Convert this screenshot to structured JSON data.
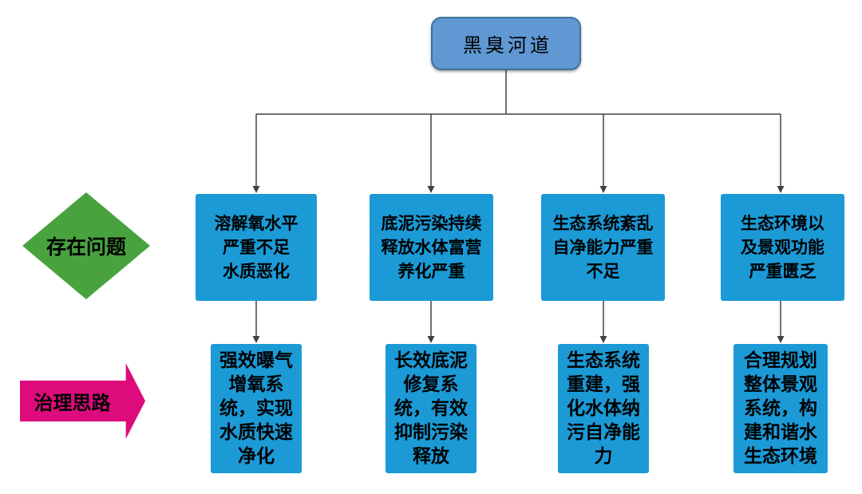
{
  "diagram": {
    "root": {
      "label": "黑臭河道"
    },
    "row_labels": {
      "problems": "存在问题",
      "solutions": "治理思路"
    },
    "problems": [
      "溶解氧水平\n严重不足\n水质恶化",
      "底泥污染持续\n释放水体富营\n养化严重",
      "生态系统紊乱\n自净能力严重\n不足",
      "生态环境以\n及景观功能\n严重匮乏"
    ],
    "solutions": [
      "强效曝气\n增氧系\n统，实现\n水质快速\n净化",
      "长效底泥\n修复系\n统，有效\n抑制污染\n释放",
      "生态系统\n重建，强\n化水体纳\n污自净能\n力",
      "合理规划\n整体景观\n系统，构\n建和谐水\n生态环境"
    ],
    "colors": {
      "node_fill": "#1b9ad6",
      "root_fill": "#5f98d3",
      "root_border": "#41719c",
      "diamond_fill": "#48a33e",
      "arrow_fill": "#de0b7d",
      "connector": "#404040"
    }
  }
}
